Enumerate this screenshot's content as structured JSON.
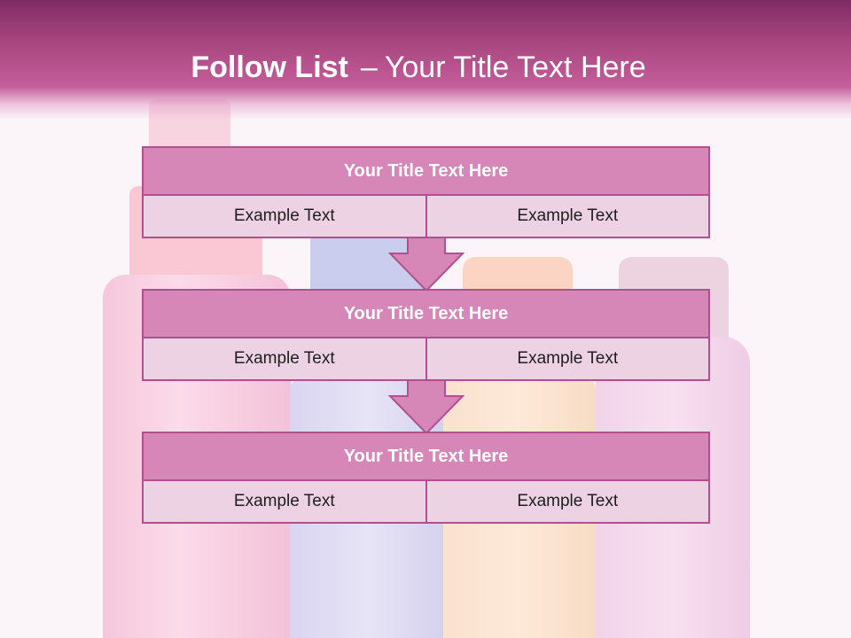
{
  "header": {
    "title_bold": "Follow List",
    "title_separator": "–",
    "title_rest": "Your Title Text Here"
  },
  "list": [
    {
      "title": "Your Title Text Here",
      "left": "Example Text",
      "right": "Example Text"
    },
    {
      "title": "Your Title Text Here",
      "left": "Example Text",
      "right": "Example Text"
    },
    {
      "title": "Your Title Text Here",
      "left": "Example Text",
      "right": "Example Text"
    }
  ],
  "colors": {
    "header": "#a8467f",
    "title_bar": "#d686b7",
    "cell": "#ecd2e2",
    "border": "#b2508f",
    "arrow": "#d686b7"
  },
  "icons": {
    "connector": "down-arrow-icon",
    "background": "cosmetic-bottles-image"
  }
}
